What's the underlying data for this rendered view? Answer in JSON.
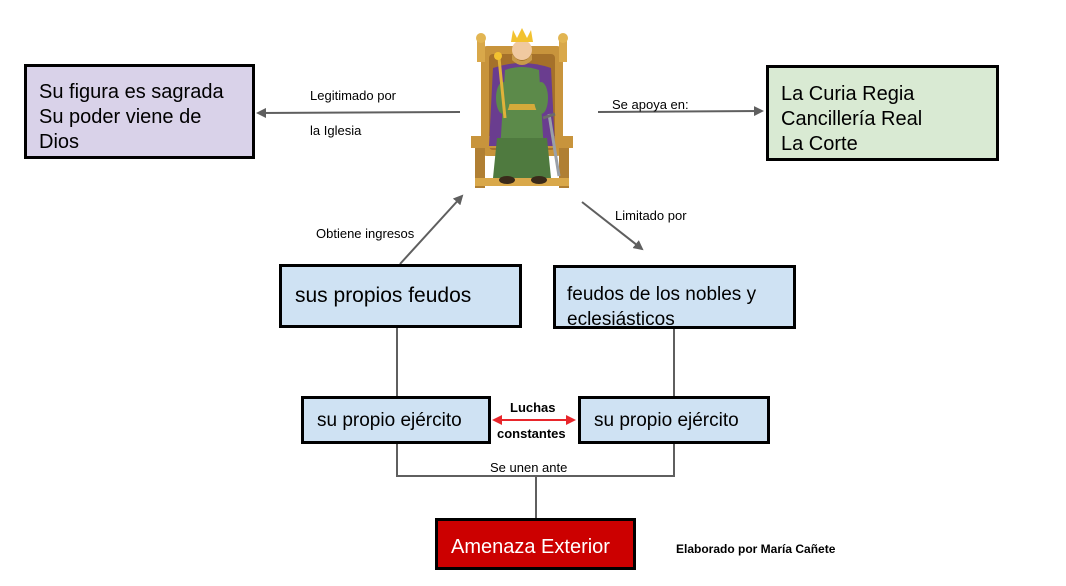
{
  "boxes": {
    "sagrada": [
      "Su figura es sagrada",
      "Su poder viene de",
      "Dios"
    ],
    "curia": [
      "La Curia Regia",
      "Cancillería Real",
      "La Corte"
    ],
    "propios_feudos": "sus propios feudos",
    "feudos_nobles": [
      "feudos de los nobles y",
      "eclesiásticos"
    ],
    "ejercito_izq": "su propio ejército",
    "ejercito_der": "su propio ejército",
    "amenaza": "Amenaza Exterior"
  },
  "labels": {
    "legitimado_1": "Legitimado por",
    "legitimado_2": "la Iglesia",
    "apoya": "Se apoya en:",
    "obtiene": "Obtiene ingresos",
    "limitado": "Limitado por",
    "luchas_1": "Luchas",
    "luchas_2": "constantes",
    "se_unen": "Se unen ante",
    "credit": "Elaborado por María Cañete"
  },
  "colors": {
    "lavender": "#d9d2e9",
    "green": "#d9ead3",
    "blue": "#cfe2f3",
    "red": "#cc0000",
    "arrow": "#5f5f5f",
    "red_arrow": "#e8262b"
  },
  "icons": {
    "king": "king-on-throne-icon"
  }
}
